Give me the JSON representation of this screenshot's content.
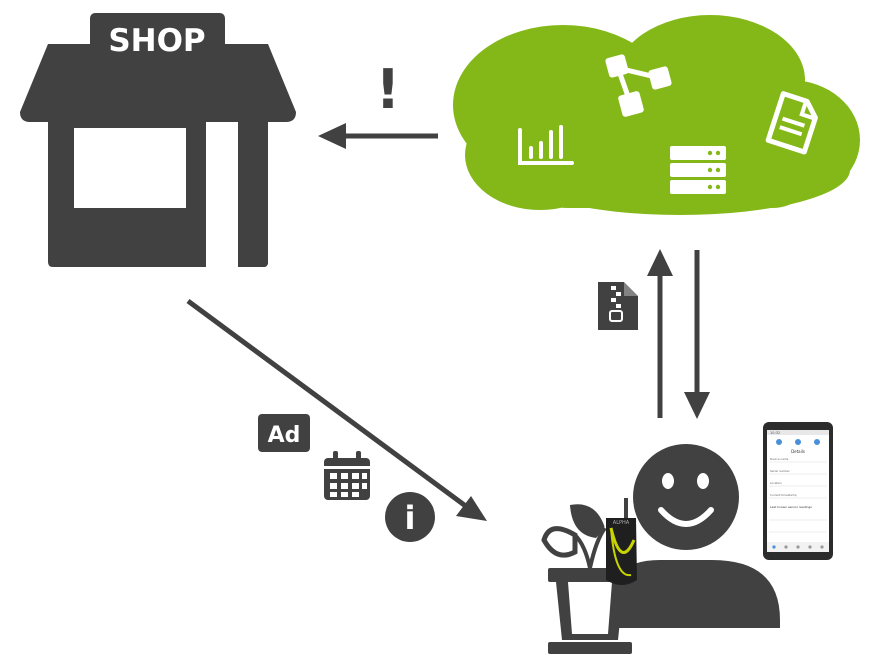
{
  "shop": {
    "sign_label": "SHOP"
  },
  "alert": {
    "glyph": "!"
  },
  "ad_badge": {
    "label": "Ad"
  },
  "info_badge": {
    "glyph": "i"
  },
  "device": {
    "brand": "ALPHA"
  },
  "phone_screen": {
    "time": "10:32",
    "header": "Details",
    "rows": [
      "Device name",
      "Serial number",
      "Location",
      "Current timestamp"
    ],
    "section": "Last known sensor readings"
  },
  "colors": {
    "dark": "#414141",
    "cloud_green": "#84b819",
    "white": "#ffffff",
    "device_yellow": "#c8d400"
  },
  "icons": [
    "store-icon",
    "exclamation-icon",
    "cloud-icon",
    "bar-chart-icon",
    "network-nodes-icon",
    "server-stack-icon",
    "document-icon",
    "zip-file-icon",
    "ad-icon",
    "calendar-icon",
    "info-icon",
    "smiley-user-icon",
    "plant-pot-icon",
    "sensor-device-icon",
    "smartphone-icon"
  ]
}
